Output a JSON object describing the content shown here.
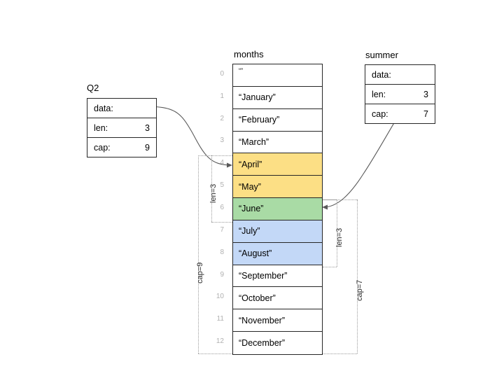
{
  "diagram": {
    "title_months": "months",
    "q2": {
      "title": "Q2",
      "rows": [
        {
          "key": "data:",
          "value": ""
        },
        {
          "key": "len:",
          "value": "3"
        },
        {
          "key": "cap:",
          "value": "9"
        }
      ]
    },
    "summer": {
      "title": "summer",
      "rows": [
        {
          "key": "data:",
          "value": ""
        },
        {
          "key": "len:",
          "value": "3"
        },
        {
          "key": "cap:",
          "value": "7"
        }
      ]
    },
    "array": {
      "name": "months",
      "indices": [
        "0",
        "1",
        "2",
        "3",
        "4",
        "5",
        "6",
        "7",
        "8",
        "9",
        "10",
        "11",
        "12"
      ],
      "cells": [
        {
          "index": "0",
          "value": "“”",
          "fill": "#ffffff"
        },
        {
          "index": "1",
          "value": "“January”",
          "fill": "#ffffff"
        },
        {
          "index": "2",
          "value": "“February”",
          "fill": "#ffffff"
        },
        {
          "index": "3",
          "value": "“March”",
          "fill": "#ffffff"
        },
        {
          "index": "4",
          "value": "“April”",
          "fill": "#fcdf85"
        },
        {
          "index": "5",
          "value": "“May”",
          "fill": "#fcdf85"
        },
        {
          "index": "6",
          "value": "“June”",
          "fill": "#a9dba5"
        },
        {
          "index": "7",
          "value": "“July”",
          "fill": "#c3d8f7"
        },
        {
          "index": "8",
          "value": "“August”",
          "fill": "#c3d8f7"
        },
        {
          "index": "9",
          "value": "“September”",
          "fill": "#ffffff"
        },
        {
          "index": "10",
          "value": "“October”",
          "fill": "#ffffff"
        },
        {
          "index": "11",
          "value": "“November”",
          "fill": "#ffffff"
        },
        {
          "index": "12",
          "value": "“December”",
          "fill": "#ffffff"
        }
      ]
    },
    "brackets": {
      "q2_len": "len=3",
      "q2_cap": "cap=9",
      "summer_len": "len=3",
      "summer_cap": "cap=7"
    },
    "colors": {
      "yellow": "#fcdf85",
      "green": "#a9dba5",
      "blue": "#c3d8f7",
      "stroke": "#262626",
      "dotted": "#9a9a9a",
      "index_text": "#b0b0b0"
    }
  }
}
